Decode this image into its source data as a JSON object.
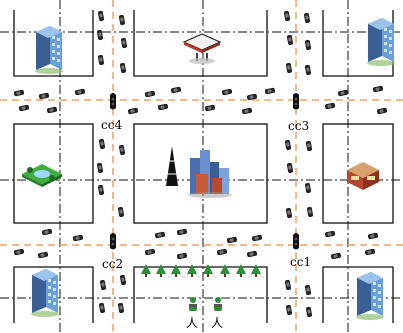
{
  "labels": {
    "cc1": "cc1",
    "cc2": "cc2",
    "cc3": "cc3",
    "cc4": "cc4"
  },
  "pedestrians": [
    "人",
    "人"
  ],
  "colors": {
    "block_border": "#111111",
    "dash_dot_line": "#111111",
    "lane_dashes": "#f0a060",
    "building_blue": "#6aa0d8",
    "building_dark": "#3a5f95",
    "tree_green": "#2e8b3a",
    "car": "#222222",
    "house_red": "#c0392b",
    "park_green": "#3fae3f"
  },
  "icons": [
    "office-building-icon",
    "gas-station-icon",
    "park-icon",
    "city-skyline-icon",
    "radio-tower-icon",
    "shop-icon",
    "traffic-controller-icon",
    "car-icon",
    "tree-icon",
    "pedestrian-icon"
  ]
}
